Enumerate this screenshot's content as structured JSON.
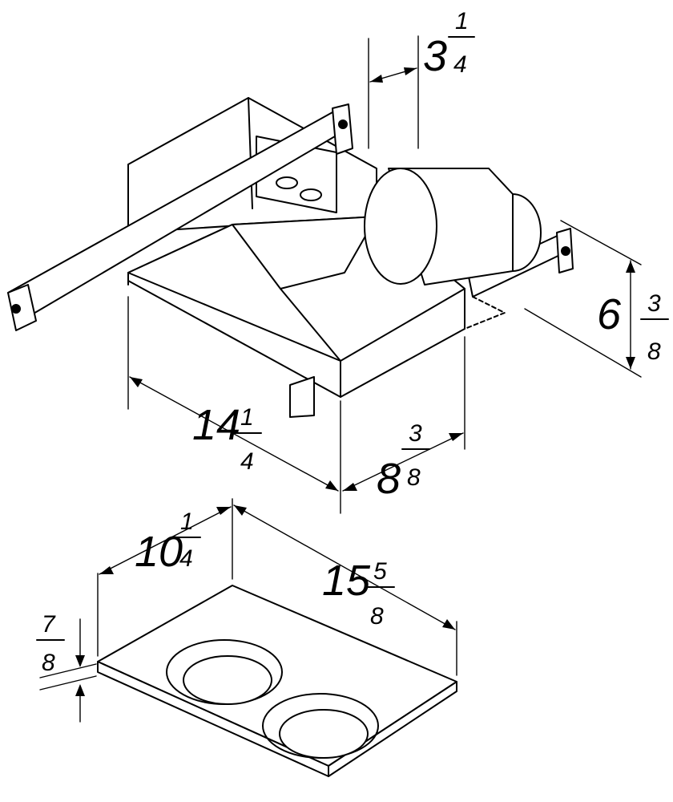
{
  "dimensions": {
    "housing_depth": {
      "whole": "3",
      "num": "1",
      "den": "4"
    },
    "housing_height": {
      "whole": "6",
      "num": "3",
      "den": "8"
    },
    "housing_width": {
      "whole": "14",
      "num": "1",
      "den": "4"
    },
    "housing_length": {
      "whole": "8",
      "num": "3",
      "den": "8"
    },
    "grille_width": {
      "whole": "10",
      "num": "1",
      "den": "4"
    },
    "grille_length": {
      "whole": "15",
      "num": "5",
      "den": "8"
    },
    "grille_depth": {
      "whole": "",
      "num": "7",
      "den": "8"
    }
  },
  "parts": {
    "housing": "fan-housing",
    "grille": "grille-cover"
  }
}
